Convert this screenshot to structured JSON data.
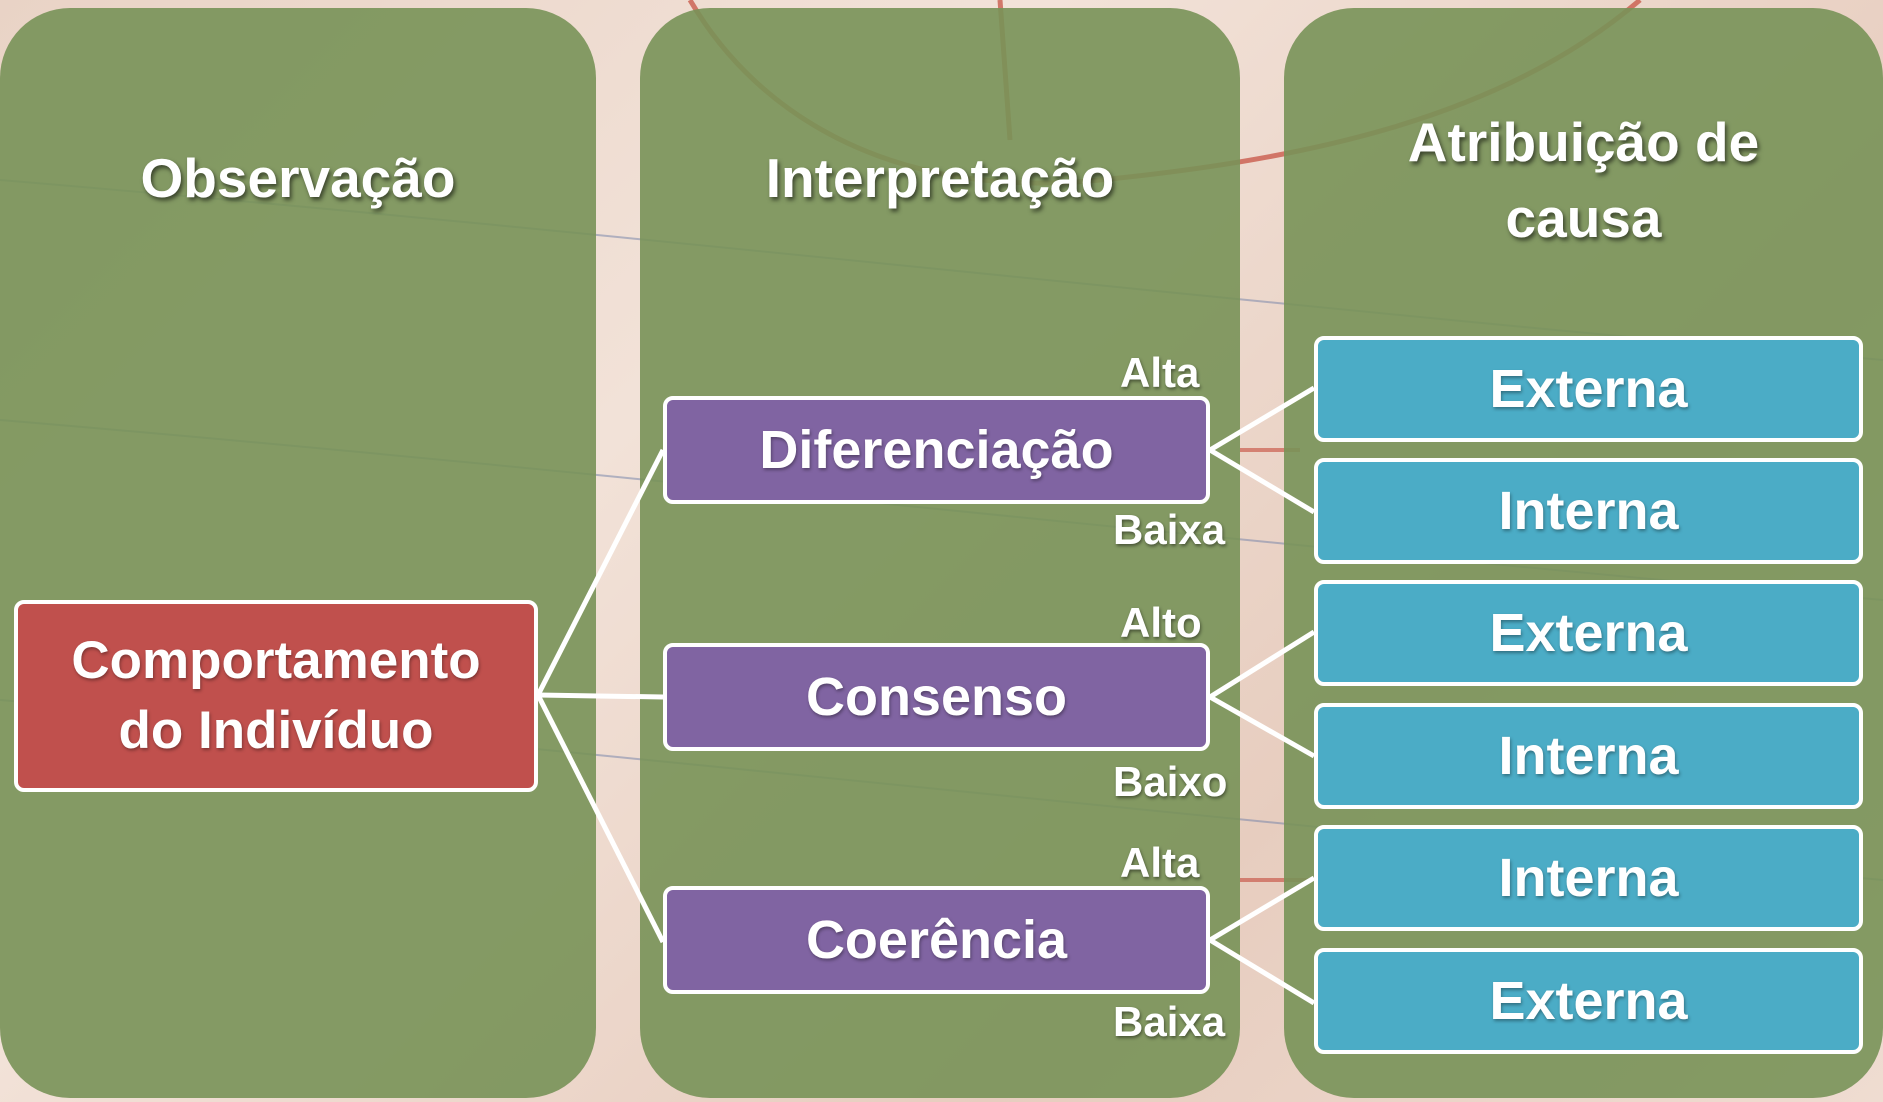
{
  "columns": {
    "observation": {
      "title": "Observação"
    },
    "interpretation": {
      "title": "Interpretação"
    },
    "attribution": {
      "title_line1": "Atribuição de",
      "title_line2": "causa"
    }
  },
  "root": {
    "line1": "Comportamento",
    "line2": "do Indivíduo"
  },
  "factors": [
    {
      "label": "Diferenciação",
      "high": "Alta",
      "low": "Baixa"
    },
    {
      "label": "Consenso",
      "high": "Alto",
      "low": "Baixo"
    },
    {
      "label": "Coerência",
      "high": "Alta",
      "low": "Baixa"
    }
  ],
  "causes": [
    "Externa",
    "Interna",
    "Externa",
    "Interna",
    "Interna",
    "Externa"
  ],
  "colors": {
    "column_bg": "#78925a",
    "root_box": "#c0504d",
    "factor_box": "#8064a2",
    "cause_box": "#4bacc6",
    "text": "#ffffff"
  }
}
